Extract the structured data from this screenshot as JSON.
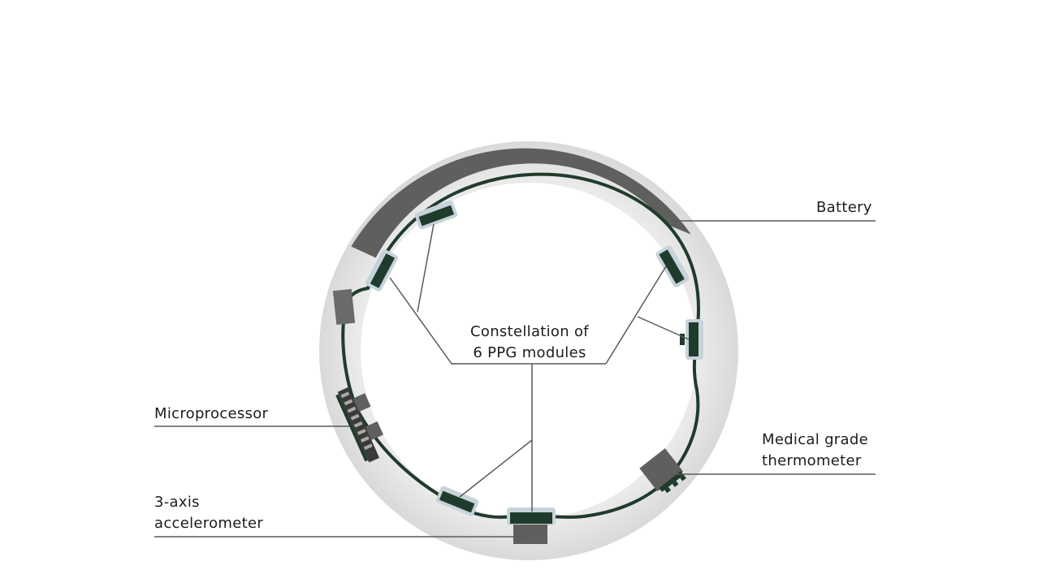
{
  "labels": {
    "battery": "Battery",
    "ppg": [
      "Constellation of",
      "6 PPG modules"
    ],
    "microprocessor": "Microprocessor",
    "thermometer": [
      "Medical grade",
      "thermometer"
    ],
    "accelerometer": [
      "3-axis",
      "accelerometer"
    ]
  },
  "colors": {
    "ring": "#e3e3e3",
    "battery": "#5f5f5d",
    "pcb": "#1f3b2c",
    "module": "#1f3b2c",
    "module_window": "#c7d3db",
    "leader": "#5a5a5a",
    "text": "#1c1c1c"
  }
}
